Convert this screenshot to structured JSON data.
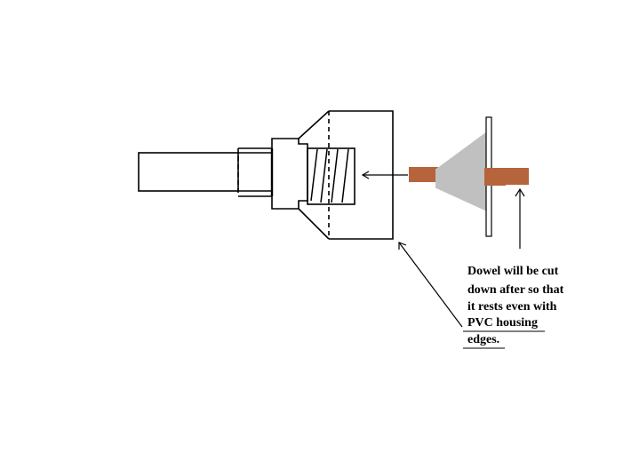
{
  "annotation": {
    "lines": [
      "Dowel will be cut",
      "down after so that",
      "it rests even with",
      "PVC housing",
      "edges."
    ]
  },
  "colors": {
    "background": "#ffffff",
    "outline": "#000000",
    "dowel": "#b5643c",
    "cone": "#c0c0c0"
  }
}
